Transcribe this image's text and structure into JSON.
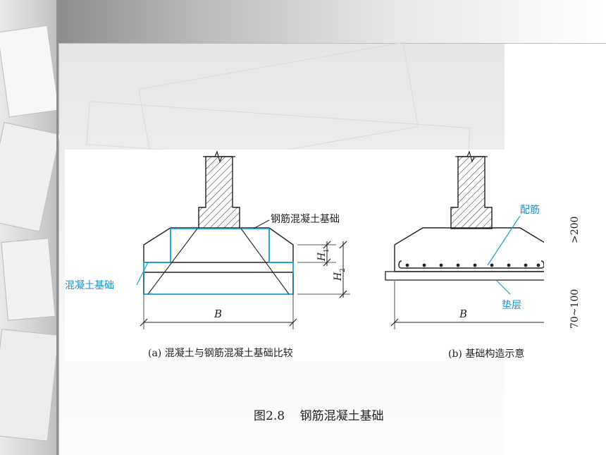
{
  "diagram": {
    "subfigure_a": {
      "caption": "(a) 混凝土与钢筋混凝土基础比较",
      "label_rc_foundation": "钢筋混凝土基础",
      "label_concrete_foundation": "混凝土基础",
      "label_width": "B",
      "label_h1": "H",
      "label_h1_sub": "1",
      "label_h2": "H",
      "label_h2_sub": "2"
    },
    "subfigure_b": {
      "caption": "(b) 基础构造示意",
      "label_reinforcement": "配筋",
      "label_cushion": "垫层",
      "label_width": "B",
      "dim_top": ">200",
      "dim_bottom": "70~100"
    }
  },
  "figure_caption": "图2.8    钢筋混凝土基础",
  "colors": {
    "line": "#222222",
    "accent_blue": "#1aa0d8",
    "text_blue": "#1a8fd0"
  }
}
